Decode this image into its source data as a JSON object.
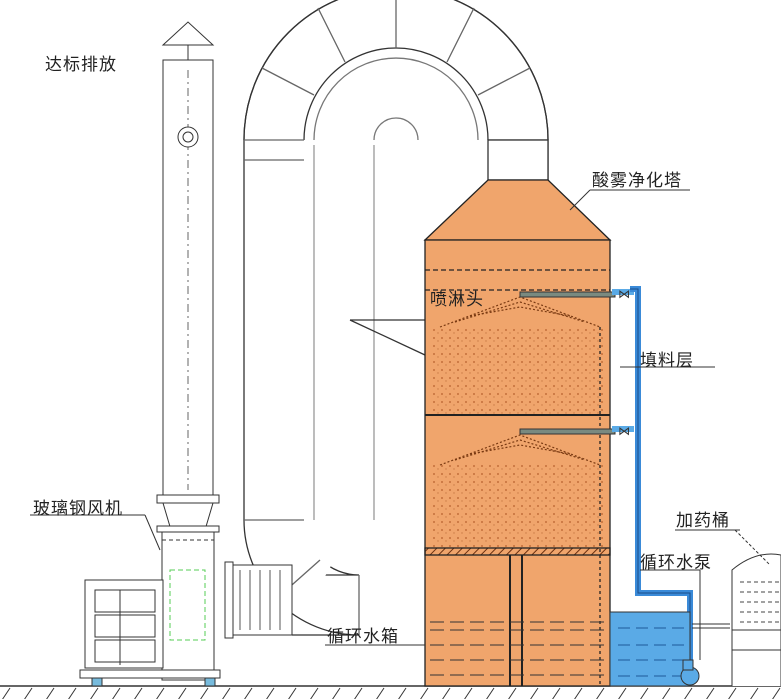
{
  "title": "酸雾净化塔工艺流程示意图",
  "labels": {
    "discharge": "达标排放",
    "tower": "酸雾净化塔",
    "spray_head": "喷淋头",
    "packing_layer": "填料层",
    "fan": "玻璃钢风机",
    "dosing_barrel": "加药桶",
    "circulation_pump": "循环水泵",
    "circulation_tank": "循环水箱"
  },
  "colors": {
    "tower_fill": "#f0a56c",
    "water": "#5aaae6",
    "pipe": "#3a8ad8",
    "line": "#222222"
  }
}
